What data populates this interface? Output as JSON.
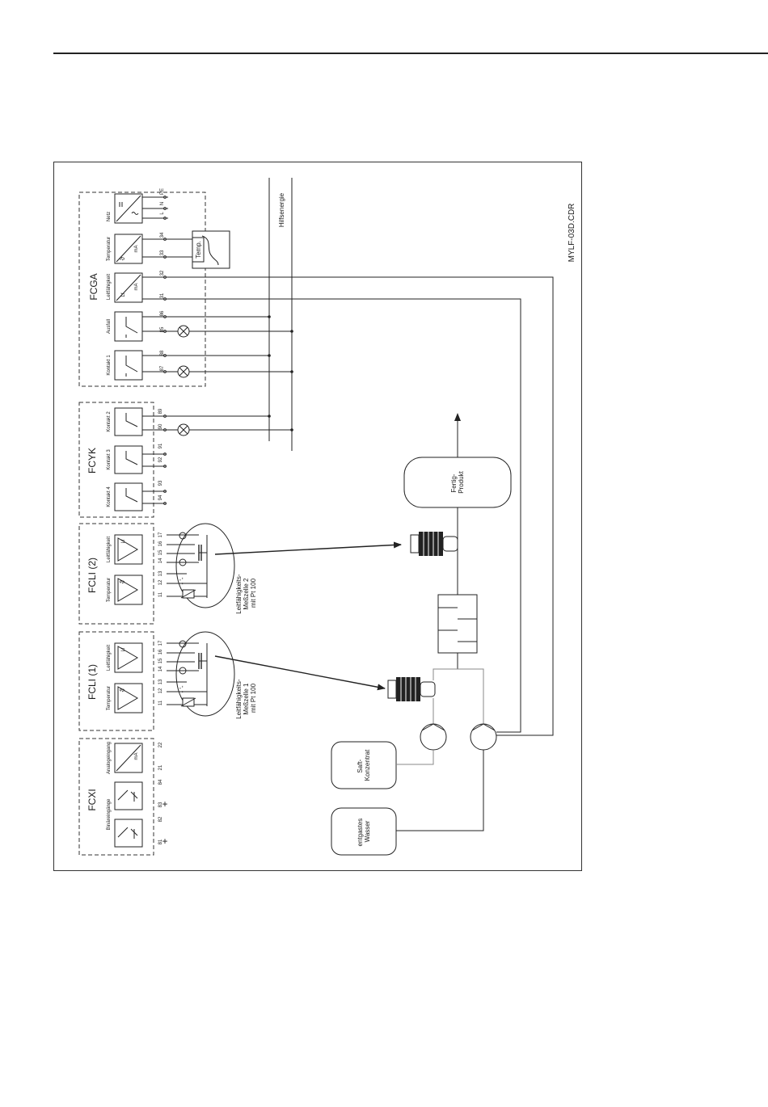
{
  "figure_id": "MYLF-03D.CDR",
  "modules": {
    "fcga": {
      "title": "FCGA",
      "channels": [
        "Netz",
        "Temperatur",
        "Leitfähigkeit",
        "Ausfall",
        "Kontakt 1"
      ],
      "terminals": [
        "PE",
        "N",
        "L",
        "34",
        "33",
        "32",
        "31",
        "86",
        "85",
        "88",
        "87"
      ],
      "unit": "mA",
      "lf": "Lf"
    },
    "fcyk": {
      "title": "FCYK",
      "channels": [
        "Kontakt 2",
        "Kontakt 3",
        "Kontakt 4"
      ],
      "terminals": [
        "89",
        "90",
        "91",
        "92",
        "93",
        "94"
      ]
    },
    "fcli2": {
      "title": "FCLI (2)",
      "channels": [
        "Leitfähigkeit",
        "Temperatur"
      ],
      "terminals": [
        "17",
        "16",
        "15",
        "14",
        "13",
        "12",
        "11"
      ],
      "lf": "Lf"
    },
    "fcli1": {
      "title": "FCLI (1)",
      "channels": [
        "Leitfähigkeit",
        "Temperatur"
      ],
      "terminals": [
        "17",
        "16",
        "15",
        "14",
        "13",
        "12",
        "11"
      ],
      "lf": "Lf"
    },
    "fcxi": {
      "title": "FCXI",
      "channels": [
        "Analogeingang",
        "Binäreingänge"
      ],
      "terminals": [
        "22",
        "21",
        "84",
        "83",
        "82",
        "81"
      ],
      "unit": "mA",
      "plus": "+"
    }
  },
  "labels": {
    "temp_sensor": "Temp.",
    "hilfsenergie": "Hilfsenergie",
    "cell2": [
      "Leitfähigkeits-",
      "Meßzelle 2",
      "mit Pt 100"
    ],
    "cell1": [
      "Leitfähigkeits-",
      "Meßzelle 1",
      "mit Pt 100"
    ],
    "product": [
      "Fertig-",
      "Produkt"
    ],
    "saft": [
      "Saft-",
      "Konzentrat"
    ],
    "wasser": [
      "entgastes",
      "Wasser"
    ]
  }
}
